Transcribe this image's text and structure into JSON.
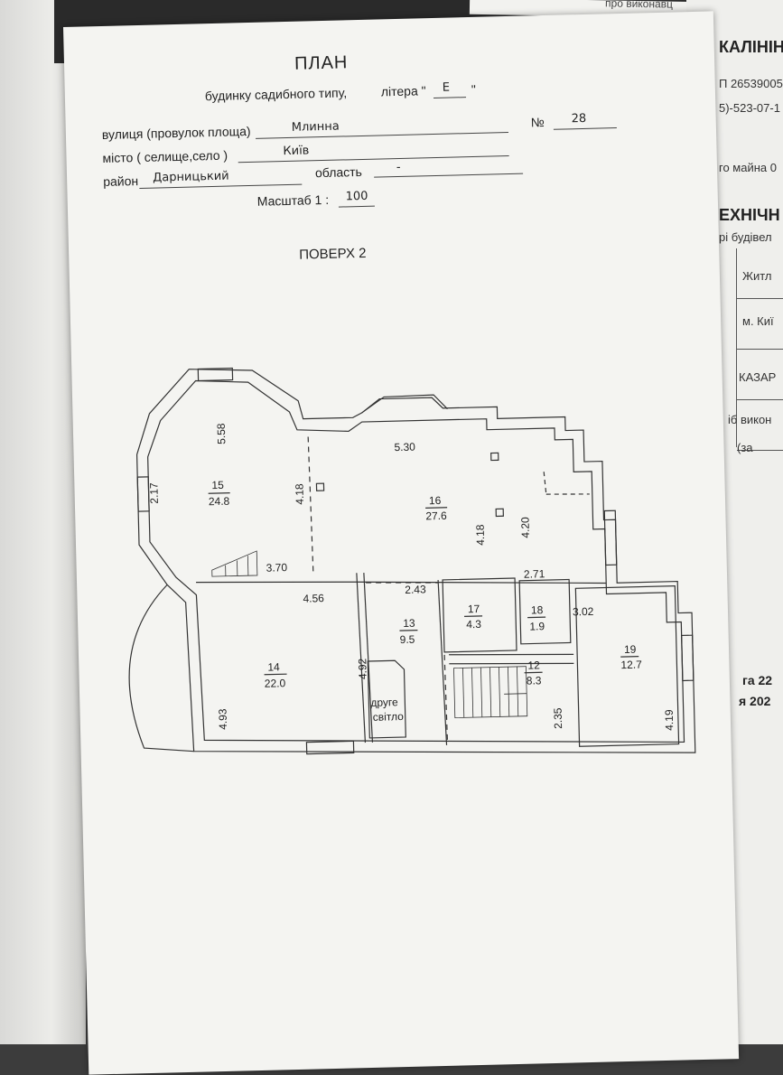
{
  "header": {
    "title": "ПЛАН",
    "subtitle": "будинку садибного типу,",
    "litera_label": "літера \"",
    "litera_value": "Е",
    "litera_close": "\"",
    "street_label": "вулиця (провулок площа)",
    "street_value": "Млинна",
    "number_label": "№",
    "number_value": "28",
    "city_label": "місто ( селище,село )",
    "city_value": "Київ",
    "district_label": "район",
    "district_value": "Дарницький",
    "region_label": "область",
    "region_value": "-",
    "scale_label": "Масштаб  1 :",
    "scale_value": "100",
    "floor_label": "ПОВЕРХ  2"
  },
  "rooms": [
    {
      "id": "15",
      "area": "24.8"
    },
    {
      "id": "16",
      "area": "27.6"
    },
    {
      "id": "14",
      "area": "22.0"
    },
    {
      "id": "13",
      "area": "9.5"
    },
    {
      "id": "17",
      "area": "4.3"
    },
    {
      "id": "18",
      "area": "1.9"
    },
    {
      "id": "12",
      "area": "8.3"
    },
    {
      "id": "19",
      "area": "12.7"
    }
  ],
  "dimensions": {
    "d558": "5.58",
    "d217": "2.17",
    "d418a": "4.18",
    "d530": "5.30",
    "d418b": "4.18",
    "d420": "4.20",
    "d370": "3.70",
    "d456": "4.56",
    "d243": "2.43",
    "d271": "2.71",
    "d302": "3.02",
    "d493": "4.93",
    "d492": "4.92",
    "d235": "2.35",
    "d419": "4.19"
  },
  "second_light": [
    "друге",
    "світло"
  ],
  "back_sheet": {
    "line1": "КАЛІНІН",
    "line2": "П 26539005",
    "line3": "5)-523-07-1",
    "line4": "го майна 0",
    "line5": "ЕХНІЧН",
    "line6": "рі будівел",
    "line7": "Житл",
    "line8": "м. Киї",
    "line9": "КАЗАР",
    "line10": "іб викон",
    "line11": "(за",
    "line12": "га 22",
    "line13": "я 202",
    "top_strip": "про виконавц"
  }
}
